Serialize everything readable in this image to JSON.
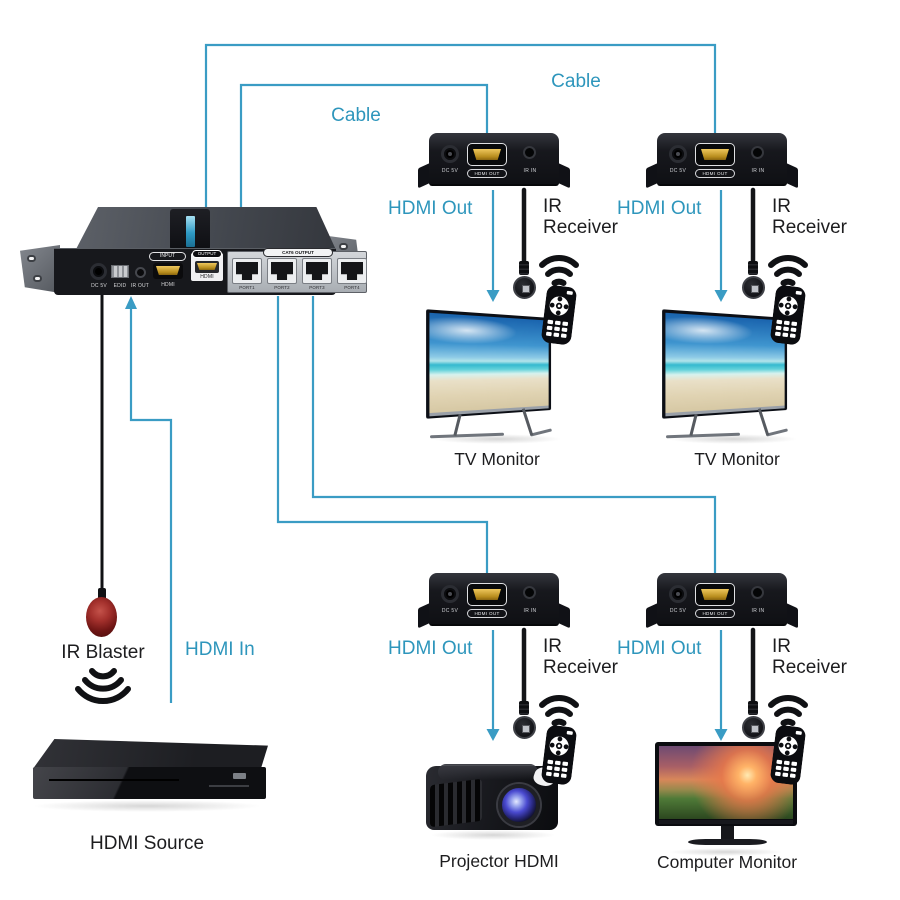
{
  "colors": {
    "accent": "#3a9cc4",
    "accent_text": "#2e96bc",
    "text": "#1d1d1f",
    "background": "#ffffff",
    "wire_dark": "#141518"
  },
  "labels": {
    "cable_top": "Cable",
    "cable_mid": "Cable",
    "hdmi_in": "HDMI In",
    "ir_blaster": "IR Blaster",
    "hdmi_source": "HDMI Source"
  },
  "splitter": {
    "ports": {
      "dc": "DC 5V",
      "edid": "EDID",
      "ir_out": "IR OUT",
      "input_badge": "INPUT",
      "input_label": "HDMI",
      "output_badge": "OUTPUT",
      "output_label": "HDMI",
      "cat6_badge": "CAT6 OUTPUT",
      "port1": "PORT1",
      "port2": "PORT2",
      "port3": "PORT3",
      "port4": "PORT4"
    }
  },
  "receiver_ports": {
    "dc": "DC 5V",
    "hdmi_out": "HDMI OUT",
    "ir_in": "IR IN"
  },
  "groups": [
    {
      "hdmi_out": "HDMI Out",
      "ir_receiver": "IR Receiver",
      "display": "TV Monitor"
    },
    {
      "hdmi_out": "HDMI Out",
      "ir_receiver": "IR Receiver",
      "display": "TV Monitor"
    },
    {
      "hdmi_out": "HDMI Out",
      "ir_receiver": "IR Receiver",
      "display": "Projector HDMI"
    },
    {
      "hdmi_out": "HDMI Out",
      "ir_receiver": "IR Receiver",
      "display": "Computer Monitor"
    }
  ]
}
